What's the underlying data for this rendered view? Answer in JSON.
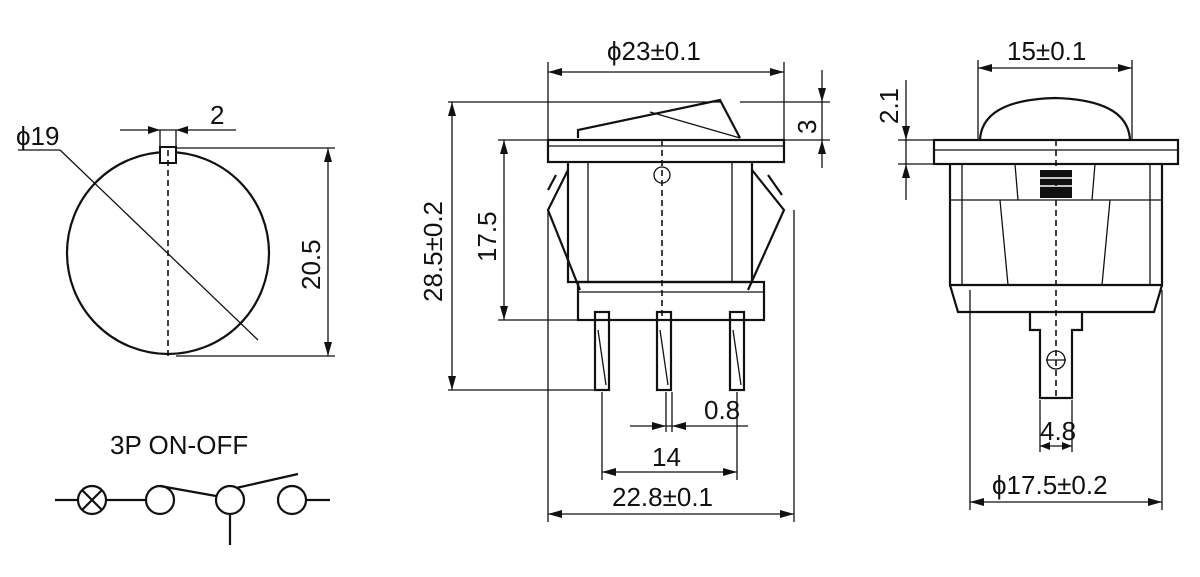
{
  "front_view": {
    "diameter": "ϕ19",
    "tab_width": "2",
    "height": "20.5"
  },
  "circuit": {
    "label": "3P  ON-OFF"
  },
  "side_view": {
    "top_diameter": "ϕ23±0.1",
    "rocker_height": "3",
    "overall_height": "28.5±0.2",
    "body_height": "17.5",
    "terminal_thickness": "0.8",
    "terminal_pitch": "14",
    "bottom_width": "22.8±0.1"
  },
  "end_view": {
    "rocker_width": "15±0.1",
    "flange_thickness": "2.1",
    "terminal_width": "4.8",
    "body_diameter": "ϕ17.5±0.2"
  }
}
